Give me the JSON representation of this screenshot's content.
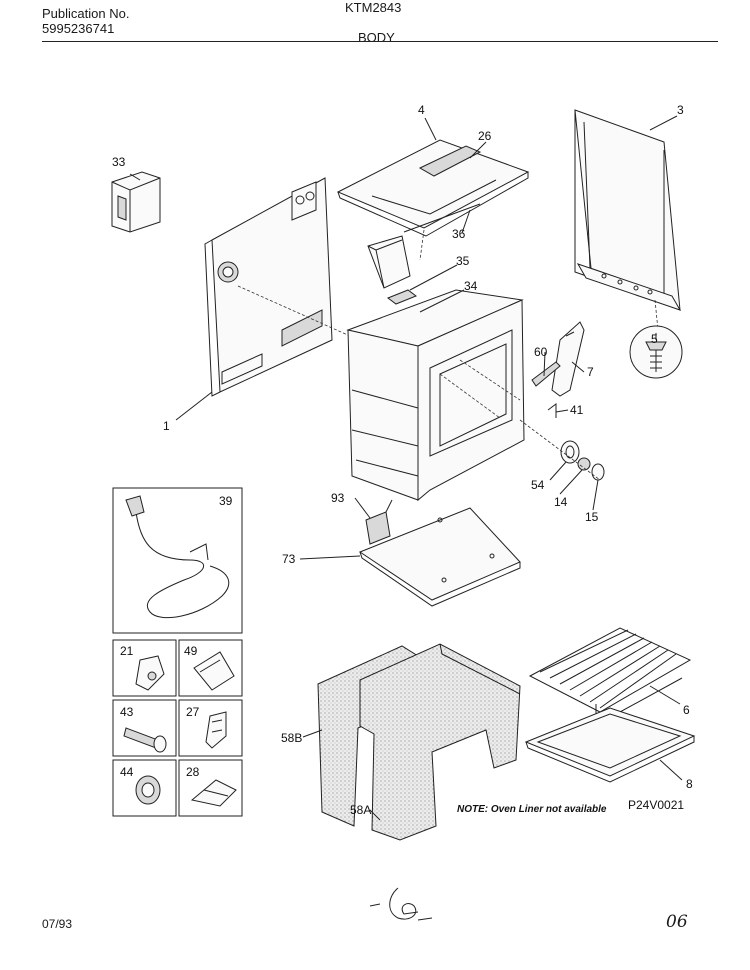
{
  "header": {
    "publication_label": "Publication No.",
    "publication_number": "5995236741",
    "model": "KTM2843",
    "section": "BODY"
  },
  "footer": {
    "date": "07/93",
    "page_mark": "06"
  },
  "diagram": {
    "code": "P24V0021",
    "note": "NOTE: Oven Liner not available",
    "callouts": {
      "c1": "1",
      "c3": "3",
      "c4": "4",
      "c5": "5",
      "c6": "6",
      "c7": "7",
      "c8": "8",
      "c14": "14",
      "c15": "15",
      "c21": "21",
      "c26": "26",
      "c27": "27",
      "c28": "28",
      "c33": "33",
      "c34": "34",
      "c35": "35",
      "c36": "36",
      "c39": "39",
      "c41": "41",
      "c43": "43",
      "c44": "44",
      "c49": "49",
      "c54": "54",
      "c58A": "58A",
      "c58B": "58B",
      "c60": "60",
      "c73": "73",
      "c93": "93"
    }
  }
}
